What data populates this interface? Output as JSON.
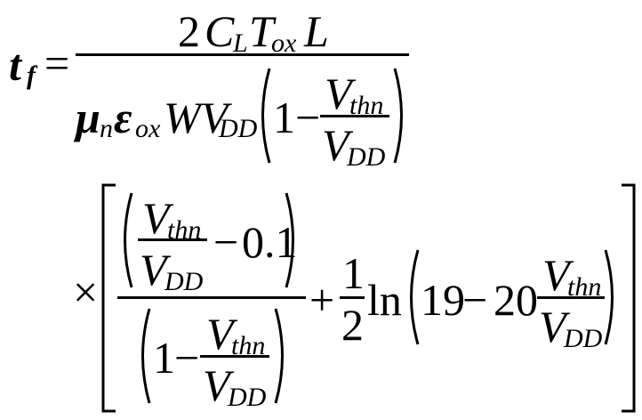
{
  "equation": {
    "lhs": {
      "base": "t",
      "sub": "f"
    },
    "equals": "=",
    "first_fraction": {
      "numerator": [
        {
          "text": "2",
          "style": "rm"
        },
        {
          "text": "C",
          "style": "it"
        },
        {
          "text": "L",
          "style": "it",
          "sub": true
        },
        {
          "text": "T",
          "style": "it"
        },
        {
          "text": "ox",
          "style": "it",
          "sub": true
        },
        {
          "text": "L",
          "style": "it"
        }
      ],
      "denominator": {
        "mu": "μ",
        "mu_sub": "n",
        "eps": "ε",
        "eps_sub": "ox",
        "wv": "WV",
        "wv_sub": "DD",
        "one": "1",
        "minus": "−",
        "v_top": "V",
        "v_top_sub": "thn",
        "v_bot": "V",
        "v_bot_sub": "DD"
      }
    },
    "times": "×",
    "bracket_term": {
      "inner_num": {
        "v_top": "V",
        "v_top_sub": "thn",
        "v_bot": "V",
        "v_bot_sub": "DD",
        "minus": "−",
        "constant": "0.1"
      },
      "inner_den": {
        "one": "1",
        "minus": "−",
        "v_top": "V",
        "v_top_sub": "thn",
        "v_bot": "V",
        "v_bot_sub": "DD"
      },
      "plus": "+",
      "half_num": "1",
      "half_den": "2",
      "ln": "ln",
      "log_arg": {
        "a": "19",
        "minus": "−",
        "b": "20",
        "v_top": "V",
        "v_top_sub": "thn",
        "v_bot": "V",
        "v_bot_sub": "DD"
      }
    }
  }
}
